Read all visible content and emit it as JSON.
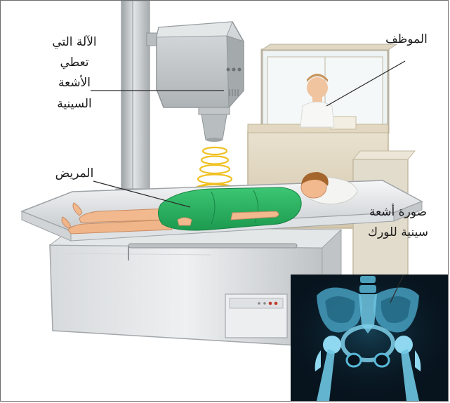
{
  "labels": {
    "xray_machine": [
      "الآلة التي",
      "تعطي",
      "الأشعة",
      "السينية"
    ],
    "operator": "الموظف",
    "patient": "المريض",
    "hip_xray": [
      "صورة أشعة",
      "سينية للورك"
    ]
  },
  "colors": {
    "frame_border": "#6d6d6d",
    "machine_gray": "#c9ccce",
    "table_white": "#eef0f1",
    "gown_green": "#27b35f",
    "skin": "#f2b98f",
    "xray_rings": "#f0c020",
    "xray_film_bg": "#07131d",
    "bone_glow": "#59b9d8",
    "leader_line": "#2a2a2a"
  }
}
